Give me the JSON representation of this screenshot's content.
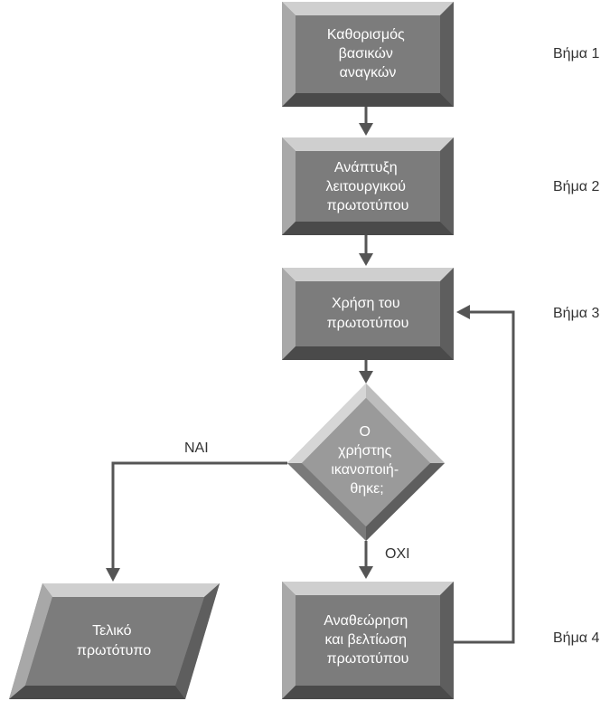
{
  "nodes": {
    "step1_box": [
      "Καθορισμός",
      "βασικών",
      "αναγκών"
    ],
    "step2_box": [
      "Ανάπτυξη",
      "λειτουργικού",
      "πρωτοτύπου"
    ],
    "step3_box": [
      "Χρήση του",
      "πρωτοτύπου"
    ],
    "decision": [
      "Ο",
      "χρήστης",
      "ικανοποιή-",
      "θηκε;"
    ],
    "step4_box": [
      "Αναθεώρηση",
      "και βελτίωση",
      "πρωτοτύπου"
    ],
    "final": [
      "Τελικό",
      "πρωτότυπο"
    ]
  },
  "steps": {
    "step1": "Βήμα 1",
    "step2": "Βήμα 2",
    "step3": "Βήμα 3",
    "step4": "Βήμα 4"
  },
  "edges": {
    "yes_label": "ΝΑΙ",
    "no_label": "ΟΧΙ"
  },
  "colors": {
    "box_face": "#7c7c7c",
    "box_bevel_light": "#cfcfcf",
    "box_bevel_dark": "#4a4a4a",
    "diamond_face": "#9a9a9a",
    "connector": "#555555"
  }
}
